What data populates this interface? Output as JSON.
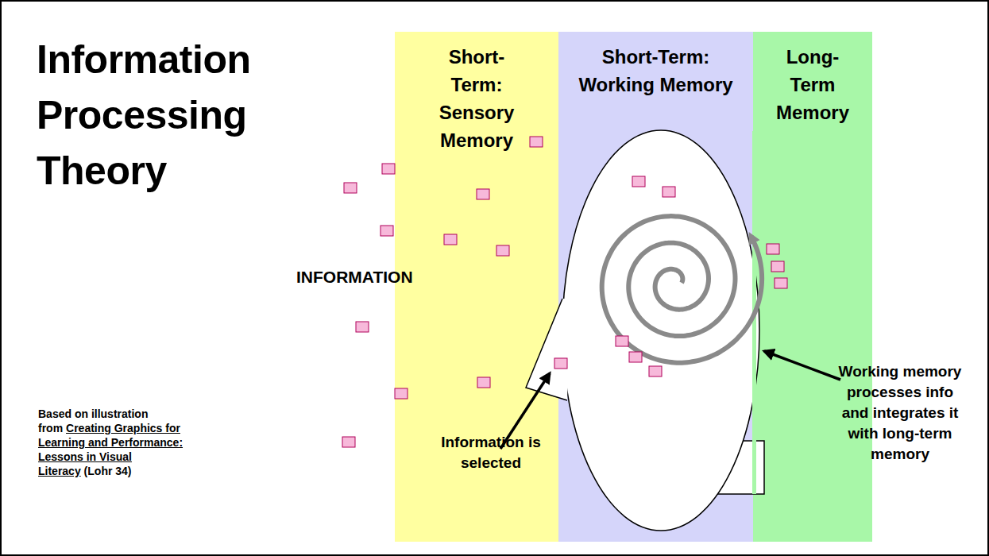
{
  "diagram": {
    "title": "Information Processing Theory",
    "nodes": [
      {
        "text": [
          "Short-Term: Sensory Memory"
        ]
      },
      {
        "text": [
          "Short-Term: Working Memory"
        ]
      },
      {
        "text": [
          "Long-Term Memory"
        ]
      }
    ],
    "labels": [
      "INFORMATION",
      "Information is selected",
      "Working memory processes info and integrates it with long-term memory",
      "Based on illustration from",
      "Creating Graphics for Learning and Performance: Lessons in Visual Literacy",
      "(Lohr 34)"
    ]
  }
}
